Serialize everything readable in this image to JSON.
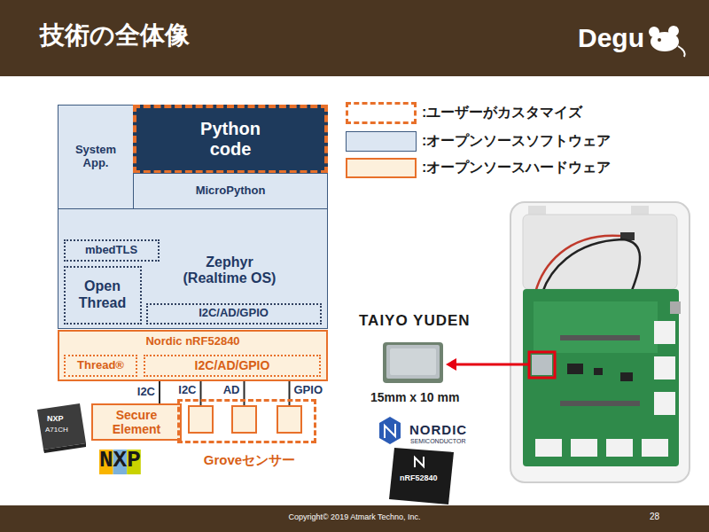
{
  "diagram": {
    "title": "技術の全体像",
    "nodes": [
      {
        "text": [
          "System App."
        ]
      },
      {
        "text": [
          "Python code"
        ]
      },
      {
        "text": [
          "MicroPython"
        ]
      },
      {
        "text": [
          "Zephyr (Realtime OS)"
        ]
      },
      {
        "text": [
          "mbedTLS"
        ],
        "in": 3
      },
      {
        "text": [
          "Open Thread"
        ],
        "in": 3
      },
      {
        "text": [
          "I2C/AD/GPIO"
        ],
        "in": 3
      },
      {
        "text": [
          "Nordic nRF52840"
        ]
      },
      {
        "text": [
          "Thread®"
        ],
        "in": 7
      },
      {
        "text": [
          "I2C/AD/GPIO"
        ],
        "in": 7
      },
      {
        "text": [
          "Secure Element"
        ]
      },
      {
        "text": [
          "Groveセンサー"
        ]
      }
    ],
    "edges": [
      {
        "from": 7,
        "to": 10,
        "label": "I2C",
        "arrow": "none"
      },
      {
        "from": 7,
        "to": 11,
        "label": "I2C",
        "arrow": "none"
      },
      {
        "from": 7,
        "to": 11,
        "label": "AD",
        "arrow": "none"
      },
      {
        "from": 7,
        "to": 11,
        "label": "GPIO",
        "arrow": "none"
      }
    ],
    "labels": [
      "Degu",
      "NXP",
      "A71CH",
      "NXP",
      "TAIYO YUDEN",
      "15mm x 10 mm",
      "NORDIC",
      "SEMICONDUCTOR",
      "nRF52840",
      "Copyright© 2019 Atmark Techno, Inc.",
      "28"
    ],
    "legend": [
      {
        "text": ":ユーザーがカスタマイズ"
      },
      {
        "text": ":オープンソースソフトウェア",
        "color": "#dce6f2"
      },
      {
        "text": ":オープンソースハードウェア",
        "color": "#fdf0dc"
      }
    ]
  }
}
